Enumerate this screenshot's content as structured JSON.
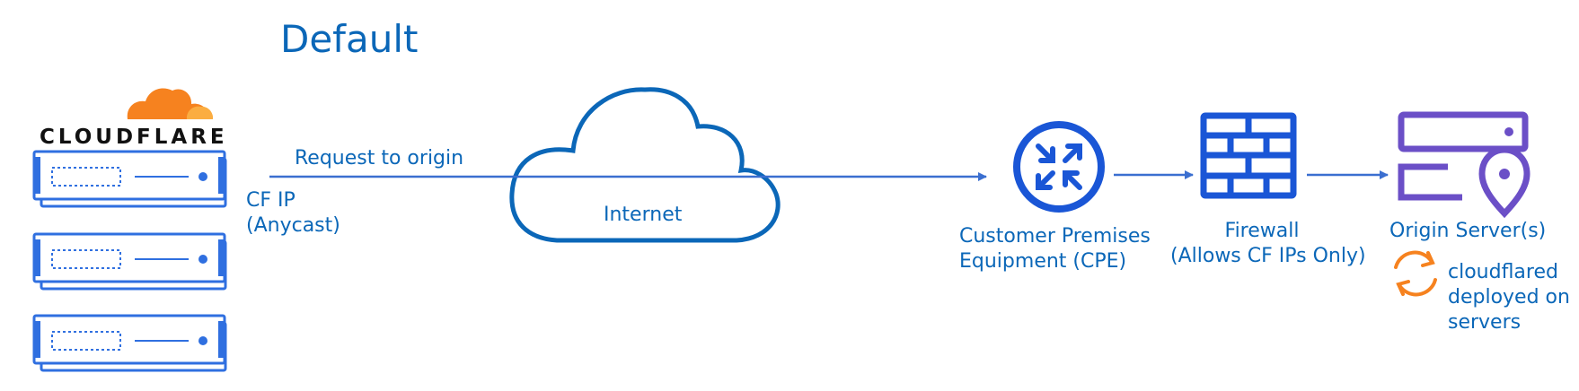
{
  "title": "Default",
  "brand": {
    "name": "CLOUDFLARE"
  },
  "labels": {
    "request": "Request to origin",
    "cf_ip_line1": "CF IP",
    "cf_ip_line2": "(Anycast)",
    "internet": "Internet",
    "cpe_line1": "Customer Premises",
    "cpe_line2": "Equipment (CPE)",
    "firewall_line1": "Firewall",
    "firewall_line2": "(Allows CF IPs Only)",
    "origin": "Origin Server(s)",
    "tunnel_line1": "cloudflared",
    "tunnel_line2": "deployed on",
    "tunnel_line3": "servers"
  },
  "icons": [
    "cloudflare-logo-icon",
    "server-rack-icon",
    "cloud-icon",
    "router-icon",
    "firewall-brick-icon",
    "origin-server-icon",
    "sync-arrows-icon"
  ],
  "colors": {
    "primary": "#0b67b8",
    "server_frame": "#2f6fe0",
    "origin_purple": "#6b4fc7",
    "accent_orange": "#f6821f"
  }
}
